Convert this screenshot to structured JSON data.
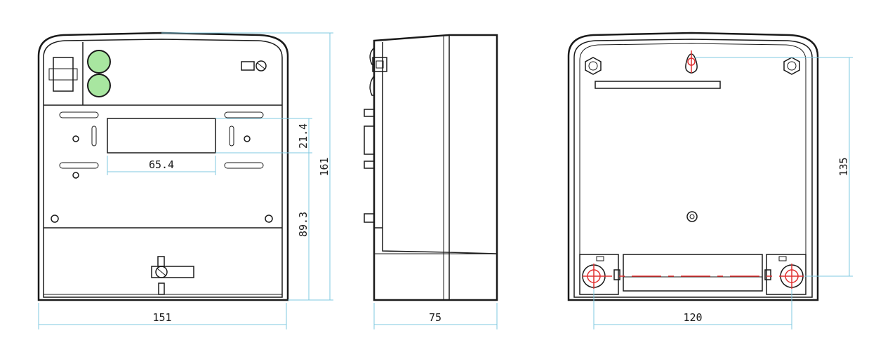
{
  "dimensions": {
    "front_width": "151",
    "front_height": "161",
    "window_width": "65.4",
    "window_height": "21.4",
    "lower_height": "89.3",
    "side_depth": "75",
    "rear_mount_width": "120",
    "rear_mount_height": "135"
  },
  "colors": {
    "outline": "#1a1a1a",
    "dimension_line": "#7fc8e0",
    "indicator_fill": "#a8e6a0",
    "mount_hole": "#e03030"
  }
}
